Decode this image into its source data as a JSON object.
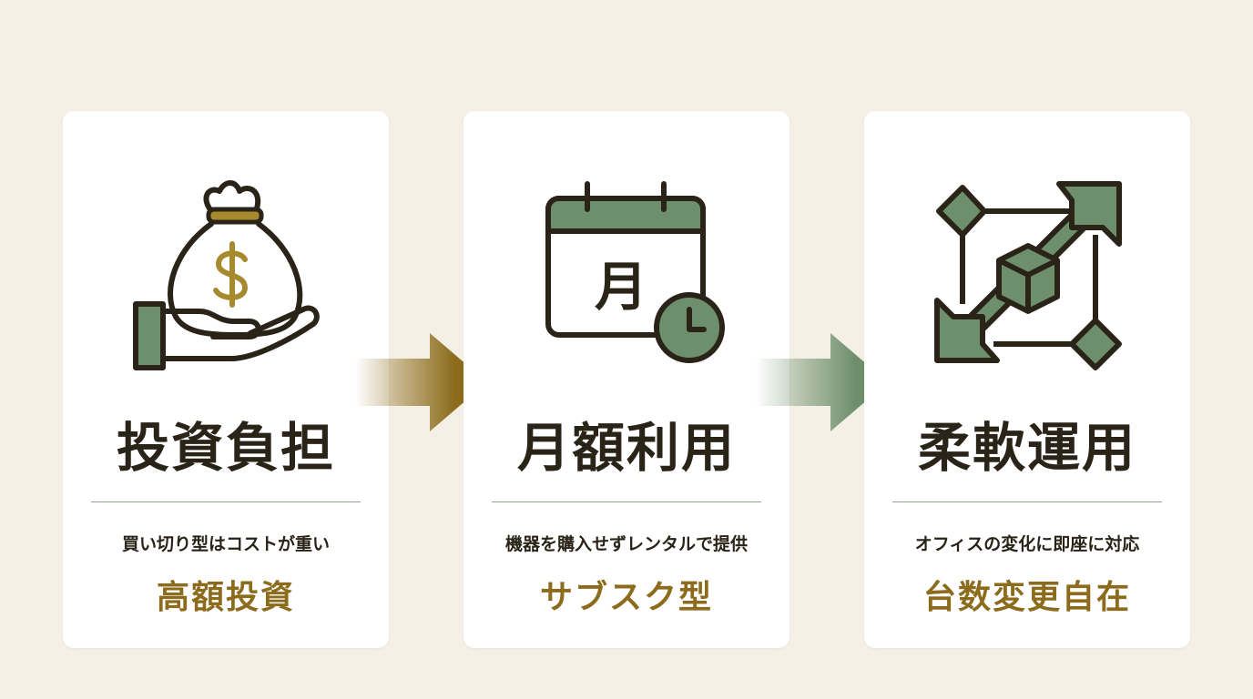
{
  "colors": {
    "background": "#f4f0e6",
    "card": "#ffffff",
    "ink": "#2a2418",
    "green": "#6e8f6c",
    "gold": "#8c6c1c",
    "divider": "#8fa78e"
  },
  "cards": [
    {
      "icon": "money-bag-hand-icon",
      "heading": "投資負担",
      "description": "買い切り型はコストが重い",
      "keyword": "高額投資"
    },
    {
      "icon": "calendar-month-clock-icon",
      "icon_text": "月",
      "heading": "月額利用",
      "description": "機器を購入せずレンタルで提供",
      "keyword": "サブスク型"
    },
    {
      "icon": "scale-arrows-cube-icon",
      "heading": "柔軟運用",
      "description": "オフィスの変化に即座に対応",
      "keyword": "台数変更自在"
    }
  ],
  "arrows": [
    {
      "icon": "arrow-right-icon",
      "color": "#8c6c1c"
    },
    {
      "icon": "arrow-right-icon",
      "color": "#6e8f6c"
    }
  ]
}
